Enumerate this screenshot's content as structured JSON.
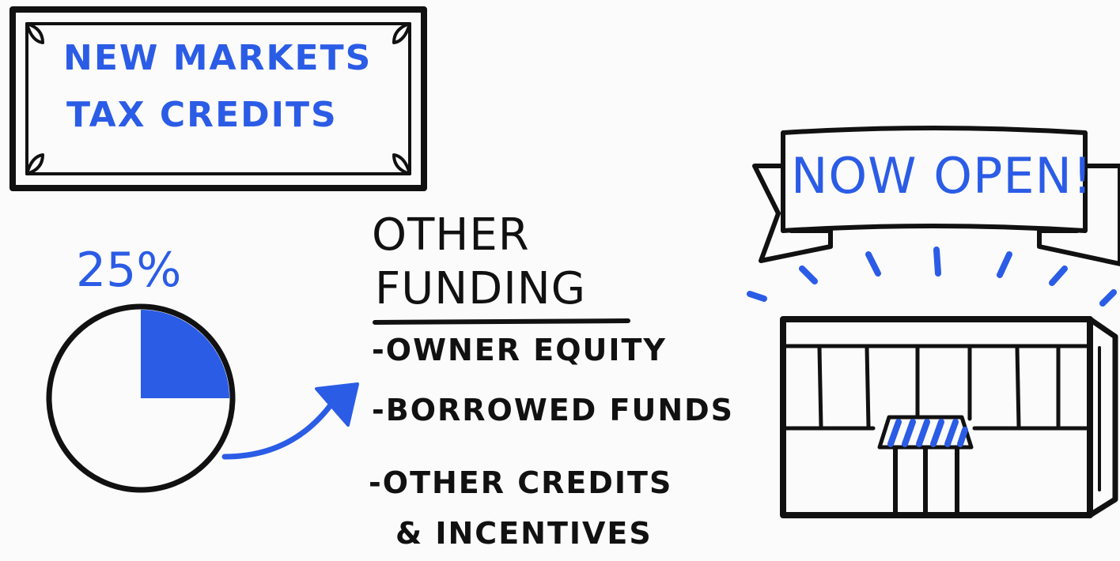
{
  "title": {
    "line1": "New Markets",
    "line2": "Tax Credits"
  },
  "pie": {
    "label": "25%",
    "share": 0.25,
    "fill_color": "#2b5ce6",
    "outline_color": "#111111"
  },
  "funding": {
    "heading_line1": "Other",
    "heading_line2": "Funding",
    "items": [
      "-Owner Equity",
      "-Borrowed Funds",
      "-Other Credits",
      "& Incentives"
    ]
  },
  "store": {
    "banner_text": "Now Open!",
    "awning_stripe_color": "#2b5ce6"
  },
  "colors": {
    "accent": "#2b5ce6",
    "ink": "#111111",
    "background": "#fbfbfb"
  }
}
